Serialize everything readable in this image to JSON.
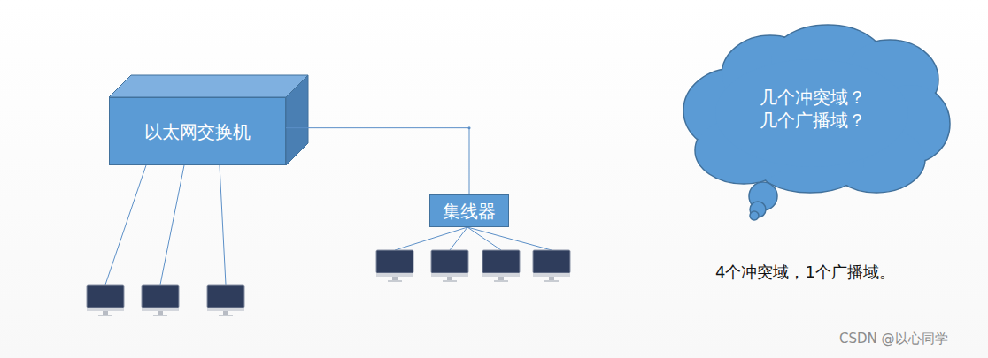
{
  "diagram": {
    "nodes": [
      {
        "text": [
          "以太网交换机"
        ]
      },
      {
        "text": [
          "集线器"
        ]
      },
      {
        "text": [
          "几个冲突域？ 几个广播域？"
        ]
      }
    ],
    "edges": [
      {
        "from": 0,
        "to": 1,
        "arrow": "none"
      }
    ],
    "labels": [
      "4个冲突域，1个广播域。",
      "CSDN @以心同学"
    ]
  }
}
